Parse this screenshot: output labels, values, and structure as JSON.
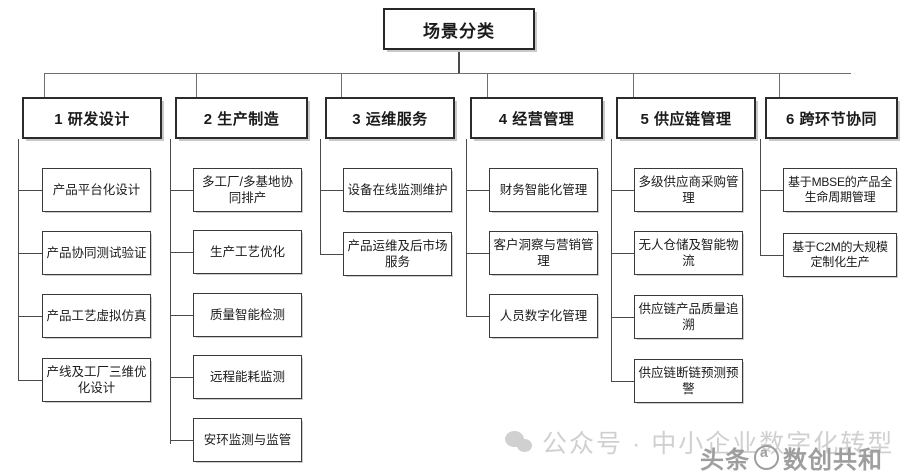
{
  "diagram": {
    "title": "场景分类",
    "root": {
      "label": "场景分类"
    },
    "categories": [
      {
        "id": "rd-design",
        "label": "1 研发设计",
        "items": [
          {
            "label": "产品平台化设计"
          },
          {
            "label": "产品协同测试验证"
          },
          {
            "label": "产品工艺虚拟仿真"
          },
          {
            "label": "产线及工厂三维优化设计"
          }
        ]
      },
      {
        "id": "production",
        "label": "2 生产制造",
        "items": [
          {
            "label": "多工厂/多基地协同排产"
          },
          {
            "label": "生产工艺优化"
          },
          {
            "label": "质量智能检测"
          },
          {
            "label": "远程能耗监测"
          },
          {
            "label": "安环监测与监管"
          }
        ]
      },
      {
        "id": "ops-service",
        "label": "3 运维服务",
        "items": [
          {
            "label": "设备在线监测维护"
          },
          {
            "label": "产品运维及后市场服务"
          }
        ]
      },
      {
        "id": "business-mgmt",
        "label": "4 经营管理",
        "items": [
          {
            "label": "财务智能化管理"
          },
          {
            "label": "客户洞察与营销管理"
          },
          {
            "label": "人员数字化管理"
          }
        ]
      },
      {
        "id": "supply-chain",
        "label": "5 供应链管理",
        "items": [
          {
            "label": "多级供应商采购管理"
          },
          {
            "label": "无人仓储及智能物流"
          },
          {
            "label": "供应链产品质量追溯"
          },
          {
            "label": "供应链断链预测预警"
          }
        ]
      },
      {
        "id": "cross-link",
        "label": "6 跨环节协同",
        "items": [
          {
            "label": "基于MBSE的产品全生命周期管理"
          },
          {
            "label": "基于C2M的大规模定制化生产"
          }
        ]
      }
    ]
  },
  "watermarks": {
    "wechat": {
      "icon": "wechat-icon",
      "text": "公众号 · 中小企业数字化转型"
    },
    "toutiao": {
      "prefix": "头条",
      "icon": "at-icon",
      "handle": "数创共和"
    }
  },
  "colors": {
    "background": "#ffffff",
    "box_border": "#2b2b2b",
    "leaf_border": "#3a3a3a",
    "text": "#1a1a1a",
    "connector": "#4a4a4a",
    "shadow": "#c9c9c9",
    "watermark_light": "#d0d0d0",
    "watermark_dark": "#9e9e9e"
  }
}
